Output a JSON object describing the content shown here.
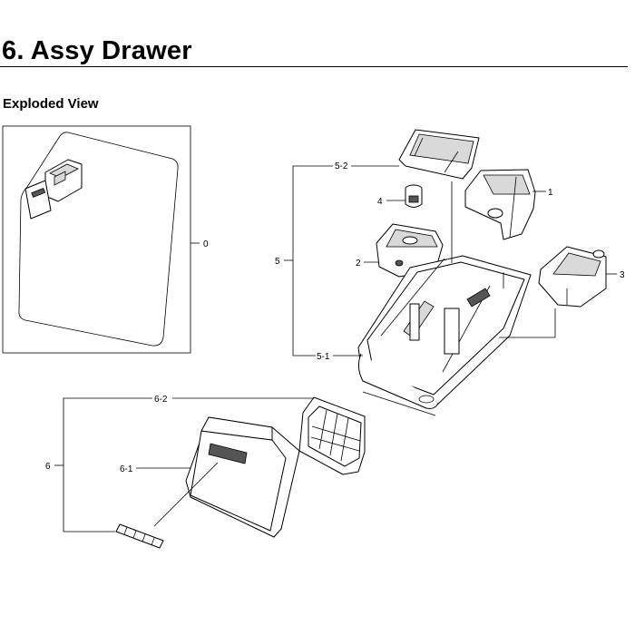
{
  "page": {
    "title": "6.  Assy Drawer",
    "subtitle": "Exploded View"
  },
  "callouts": {
    "c0": "0",
    "c1": "1",
    "c2": "2",
    "c3": "3",
    "c4": "4",
    "c5": "5",
    "c5_1": "5-1",
    "c5_2": "5-2",
    "c6": "6",
    "c6_1": "6-1",
    "c6_2": "6-2"
  }
}
